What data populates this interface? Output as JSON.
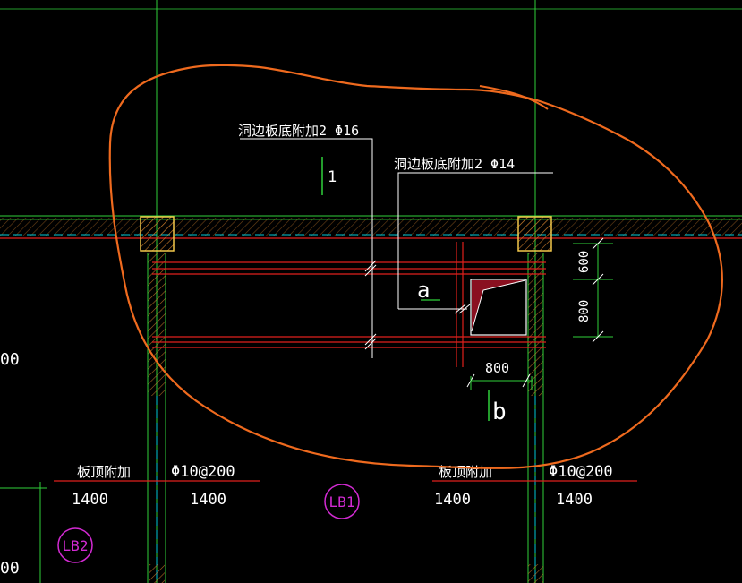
{
  "labels": {
    "hole_edge_16": "洞边板底附加2 Φ16",
    "hole_edge_14": "洞边板底附加2 Φ14",
    "section_1": "1",
    "mark_a": "a",
    "mark_b": "b",
    "dim_800_h": "800",
    "dim_600_v": "600",
    "dim_800_v": "800",
    "dim_00_mid": "00",
    "dim_00_bot": "00",
    "slab_add_left": "板顶附加",
    "slab_add_right": "板顶附加",
    "phi_left": "Φ10@200",
    "phi_right": "Φ10@200",
    "len_1": "1400",
    "len_2": "1400",
    "len_3": "1400",
    "len_4": "1400",
    "lb1": "LB1",
    "lb2": "LB2"
  },
  "colors": {
    "background": "#000000",
    "grid_green": "#2fd13a",
    "red_line": "#e0201c",
    "cyan_dash": "#00c8d8",
    "hatch_orange": "#c87a2a",
    "column_yellow": "#f2c84b",
    "annotation_orange": "#ef6a1e",
    "magenta": "#d22ad2",
    "dark_red_fill": "#8a1020"
  },
  "icons": [
    "hole-marker-icon"
  ]
}
